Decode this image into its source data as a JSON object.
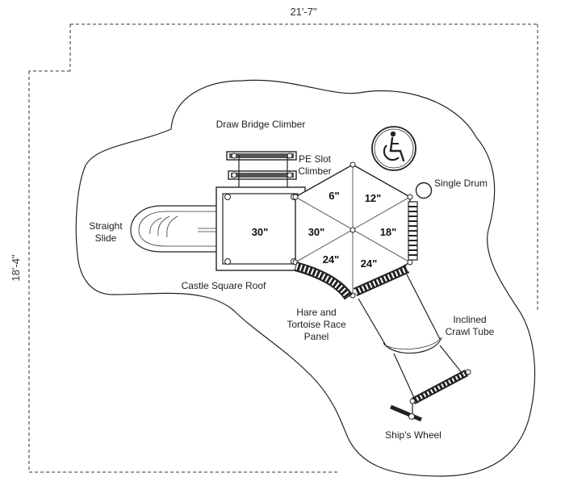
{
  "dimensions": {
    "width_label": "21'-7\"",
    "height_label": "18'-4\""
  },
  "components": {
    "draw_bridge": "Draw Bridge Climber",
    "pe_slot_line1": "PE Slot",
    "pe_slot_line2": "Climber",
    "single_drum": "Single Drum",
    "straight_slide_line1": "Straight",
    "straight_slide_line2": "Slide",
    "castle_roof": "Castle Square Roof",
    "hare_line1": "Hare and",
    "hare_line2": "Tortoise Race",
    "hare_line3": "Panel",
    "crawl_line1": "Inclined",
    "crawl_line2": "Crawl Tube",
    "ships_wheel": "Ship's Wheel"
  },
  "deck_heights": {
    "square": "30\"",
    "hex_top_left": "6\"",
    "hex_top_right": "12\"",
    "hex_left": "30\"",
    "hex_right": "18\"",
    "hex_bottom_left": "24\"",
    "hex_bottom_right": "24\""
  },
  "icons": [
    "wheelchair-accessibility-icon"
  ]
}
